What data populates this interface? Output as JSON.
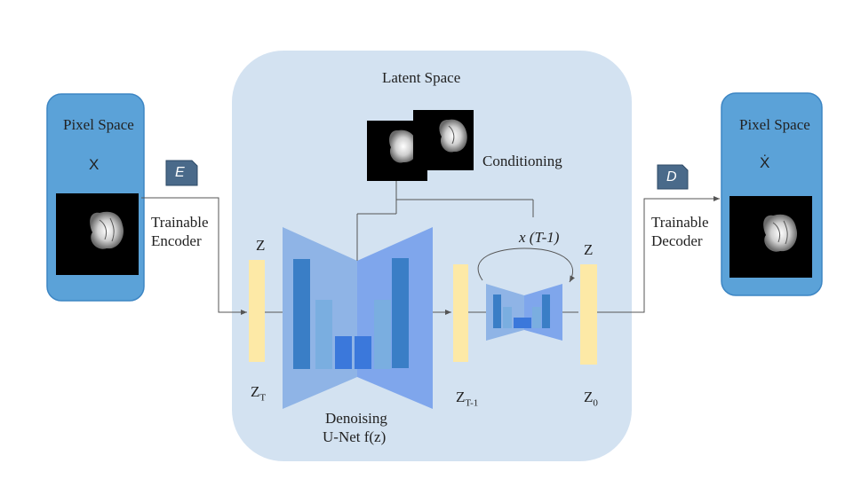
{
  "latent_space": {
    "label": "Latent Space"
  },
  "pixel_in": {
    "label": "Pixel Space",
    "symbol": "X"
  },
  "pixel_out": {
    "label": "Pixel Space",
    "symbol": "Ẋ"
  },
  "encoder": {
    "badge": "E",
    "label_line1": "Trainable",
    "label_line2": "Encoder"
  },
  "decoder": {
    "badge": "D",
    "label_line1": "Trainable",
    "label_line2": "Decoder"
  },
  "conditioning": {
    "label": "Conditioning"
  },
  "unet": {
    "label_line1": "Denoising",
    "label_line2": "U-Net f(z)"
  },
  "loop": {
    "label": "x (T-1)"
  },
  "latents": {
    "z_label": "Z",
    "zt_base": "Z",
    "zt_sub": "T",
    "zt1_base": "Z",
    "zt1_sub": "T-1",
    "z0_base": "Z",
    "z0_sub": "0"
  },
  "colors": {
    "latent_bg": "#d3e2f1",
    "pixel_panel": "#5ba2d8",
    "badge": "#4a6a8a",
    "latent_bar": "#fde9a6",
    "unet_left": "#8fb4e6",
    "unet_right": "#7fa6ec",
    "bar_dark": "#3a7ec6",
    "bar_light": "#7aaee0",
    "bar_mid": "#3b78db"
  }
}
